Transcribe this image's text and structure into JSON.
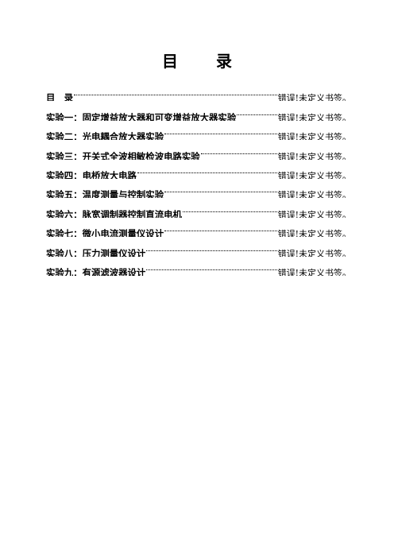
{
  "document": {
    "title": "目　录",
    "entries": [
      {
        "label": "目　录",
        "page": "错误!未定义书签。"
      },
      {
        "label": "实验一：固定增益放大器和可变增益放大器实验",
        "page": "错误!未定义书签。"
      },
      {
        "label": "实验二：光电耦合放大器实验",
        "page": "错误!未定义书签。"
      },
      {
        "label": "实验三：开关式全波相敏检波电路实验",
        "page": "错误!未定义书签。"
      },
      {
        "label": "实验四：电桥放大电路",
        "page": "错误!未定义书签。"
      },
      {
        "label": "实验五：温度测量与控制实验",
        "page": "错误!未定义书签。"
      },
      {
        "label": "实验六：脉宽调制器控制直流电机",
        "page": "错误!未定义书签。"
      },
      {
        "label": "实验七：微小电流测量仪设计",
        "page": "错误!未定义书签。"
      },
      {
        "label": "实验八：压力测量仪设计",
        "page": "错误!未定义书签。"
      },
      {
        "label": "实验九：有源滤波器设计",
        "page": "错误!未定义书签。"
      }
    ]
  }
}
